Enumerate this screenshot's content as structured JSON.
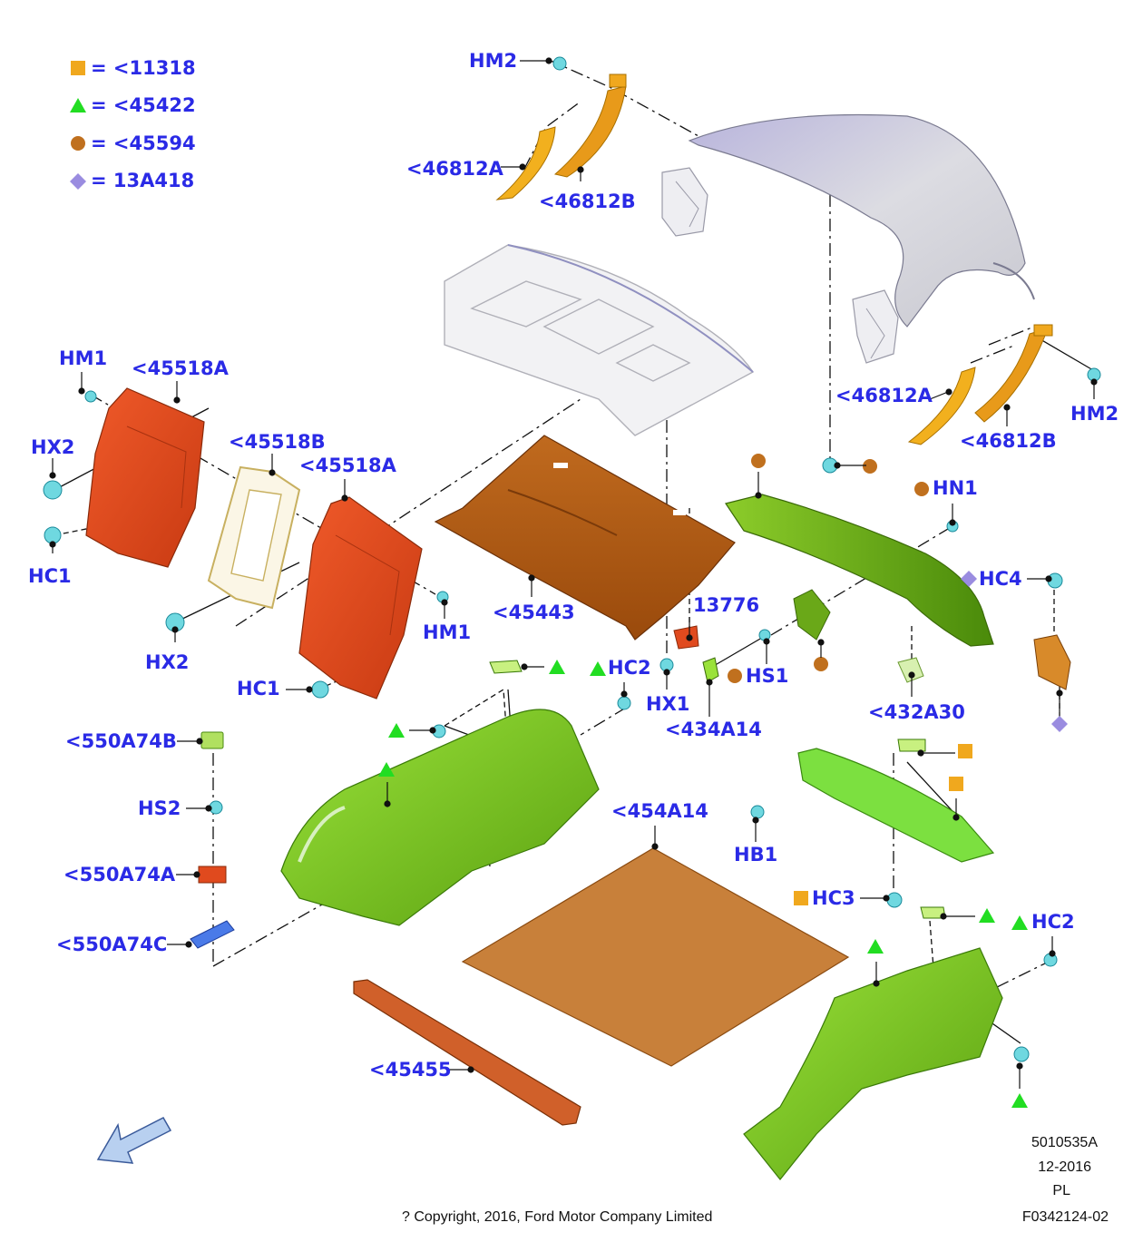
{
  "legend": [
    {
      "symbol": "square-orange",
      "label": "<11318",
      "color": "#f0a81e"
    },
    {
      "symbol": "triangle-green",
      "label": "<45422",
      "color": "#22dd22"
    },
    {
      "symbol": "circle-brown",
      "label": "<45594",
      "color": "#c0701e"
    },
    {
      "symbol": "diamond-purple",
      "label": "13A418",
      "color": "#9a8ce0"
    }
  ],
  "legend_eq": "=",
  "labels": {
    "hm2_top": "HM2",
    "p46812a_top": "<46812A",
    "p46812b_top": "<46812B",
    "hm1_left": "HM1",
    "p45518a_left": "<45518A",
    "hx2_left": "HX2",
    "hc1_left": "HC1",
    "p45518b": "<45518B",
    "p45518a_mid": "<45518A",
    "hm1_mid": "HM1",
    "hx2_mid": "HX2",
    "hc1_mid": "HC1",
    "p45443": "<45443",
    "p13776": "13776",
    "hx1": "HX1",
    "hc2_mid": "HC2",
    "p434a14": "<434A14",
    "hs1": "HS1",
    "p46812a_right": "<46812A",
    "p46812b_right": "<46812B",
    "hm2_right": "HM2",
    "hn1": "HN1",
    "hc4": "HC4",
    "p432a30": "<432A30",
    "p550a74b": "<550A74B",
    "hs2": "HS2",
    "p550a74a": "<550A74A",
    "p550a74c": "<550A74C",
    "p454a14": "<454A14",
    "hb1": "HB1",
    "hc3": "HC3",
    "hc2_right": "HC2",
    "p45455": "<45455"
  },
  "footer": {
    "ref": "5010535A",
    "date": "12-2016",
    "lang": "PL",
    "copyright": "? Copyright, 2016, Ford Motor Company Limited",
    "figure": "F0342124-02"
  },
  "colors": {
    "label": "#2a2ae6",
    "red_panel": "#e04a1e",
    "brown_shelf": "#b35a12",
    "green_trim": "#7ccc1e",
    "floor_mat": "#c8803a",
    "trunk_lid": "#d0d0d8",
    "fastener": "#6fd8e0"
  }
}
